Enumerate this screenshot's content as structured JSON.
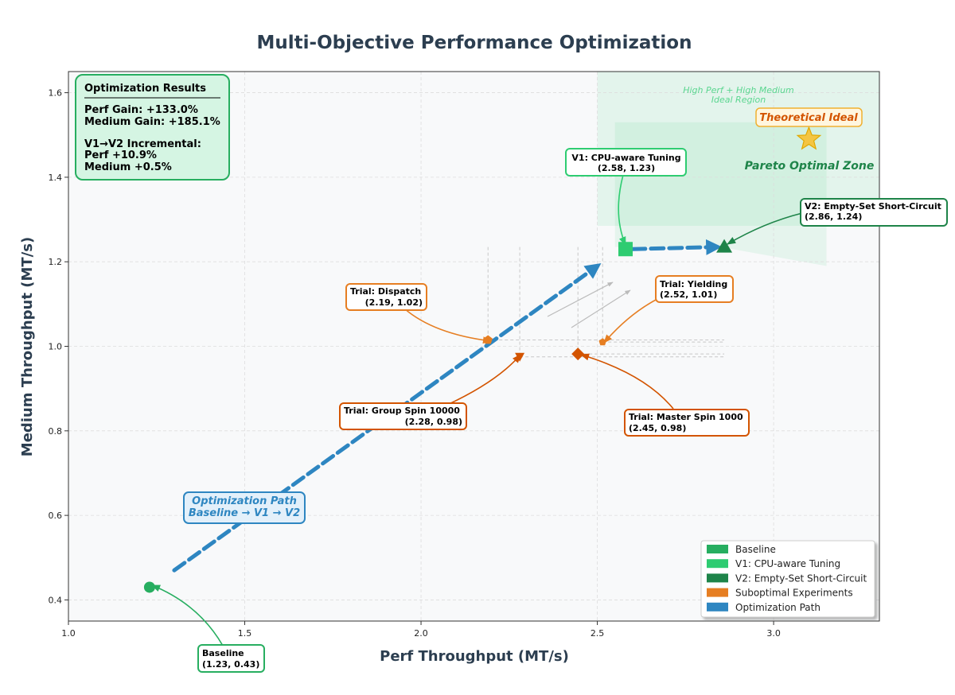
{
  "chart_data": {
    "type": "scatter",
    "title": "Multi-Objective Performance Optimization",
    "xlabel": "Perf Throughput (MT/s)",
    "ylabel": "Medium Throughput (MT/s)",
    "xlim": [
      1.0,
      3.3
    ],
    "ylim": [
      0.35,
      1.65
    ],
    "xticks": [
      "1.0",
      "1.5",
      "2.0",
      "2.5",
      "3.0"
    ],
    "yticks": [
      "0.4",
      "0.6",
      "0.8",
      "1.0",
      "1.2",
      "1.4",
      "1.6"
    ],
    "grid": true,
    "legend_position": "bottom-right",
    "points": [
      {
        "id": "baseline",
        "label": "Baseline",
        "coords": "(1.23, 0.43)",
        "x": 1.23,
        "y": 0.43,
        "color": "#27ae60",
        "marker": "circle"
      },
      {
        "id": "v1",
        "label": "V1: CPU-aware Tuning",
        "coords": "(2.58, 1.23)",
        "x": 2.58,
        "y": 1.23,
        "color": "#2ecc71",
        "marker": "square"
      },
      {
        "id": "v2",
        "label": "V2: Empty-Set Short-Circuit",
        "coords": "(2.86, 1.24)",
        "x": 2.86,
        "y": 1.235,
        "color": "#1e8449",
        "marker": "triangle"
      },
      {
        "id": "dispatch",
        "label": "Trial: Dispatch",
        "coords": "(2.19, 1.02)",
        "x": 2.19,
        "y": 1.015,
        "color": "#e67e22",
        "marker": "pentagon"
      },
      {
        "id": "groupspin",
        "label": "Trial: Group Spin 10000",
        "coords": "(2.28, 0.98)",
        "x": 2.28,
        "y": 0.975,
        "color": "#d35400",
        "marker": "triangle-down"
      },
      {
        "id": "masterspin",
        "label": "Trial: Master Spin 1000",
        "coords": "(2.45, 0.98)",
        "x": 2.445,
        "y": 0.982,
        "color": "#d35400",
        "marker": "diamond"
      },
      {
        "id": "yielding",
        "label": "Trial: Yielding",
        "coords": "(2.52, 1.01)",
        "x": 2.515,
        "y": 1.01,
        "color": "#e67e22",
        "marker": "pentagon-small"
      }
    ],
    "optimization_path": {
      "segments": [
        {
          "from": [
            1.3,
            0.47
          ],
          "to": [
            2.5,
            1.19
          ]
        },
        {
          "from": [
            2.6,
            1.23
          ],
          "to": [
            2.84,
            1.235
          ]
        }
      ],
      "color": "#2e86c1"
    },
    "ideal": {
      "label": "Theoretical Ideal",
      "x": 3.1,
      "y": 1.49,
      "color": "#f4c542"
    },
    "annotations": {
      "pareto_zone": "Pareto Optimal Zone",
      "ideal_region_line1": "High Perf + High Medium",
      "ideal_region_line2": "Ideal Region",
      "path_line1": "Optimization Path",
      "path_line2": "Baseline → V1 → V2"
    },
    "results_box": {
      "title": "Optimization Results",
      "lines": [
        "Perf Gain: +133.0%",
        "Medium Gain: +185.1%",
        "",
        "V1→V2 Incremental:",
        "Perf +10.9%",
        "Medium +0.5%"
      ]
    },
    "legend": [
      {
        "label": "Baseline",
        "color": "#27ae60"
      },
      {
        "label": "V1: CPU-aware Tuning",
        "color": "#2ecc71"
      },
      {
        "label": "V2: Empty-Set Short-Circuit",
        "color": "#1e8449"
      },
      {
        "label": "Suboptimal Experiments",
        "color": "#e67e22"
      },
      {
        "label": "Optimization Path",
        "color": "#2e86c1"
      }
    ]
  }
}
